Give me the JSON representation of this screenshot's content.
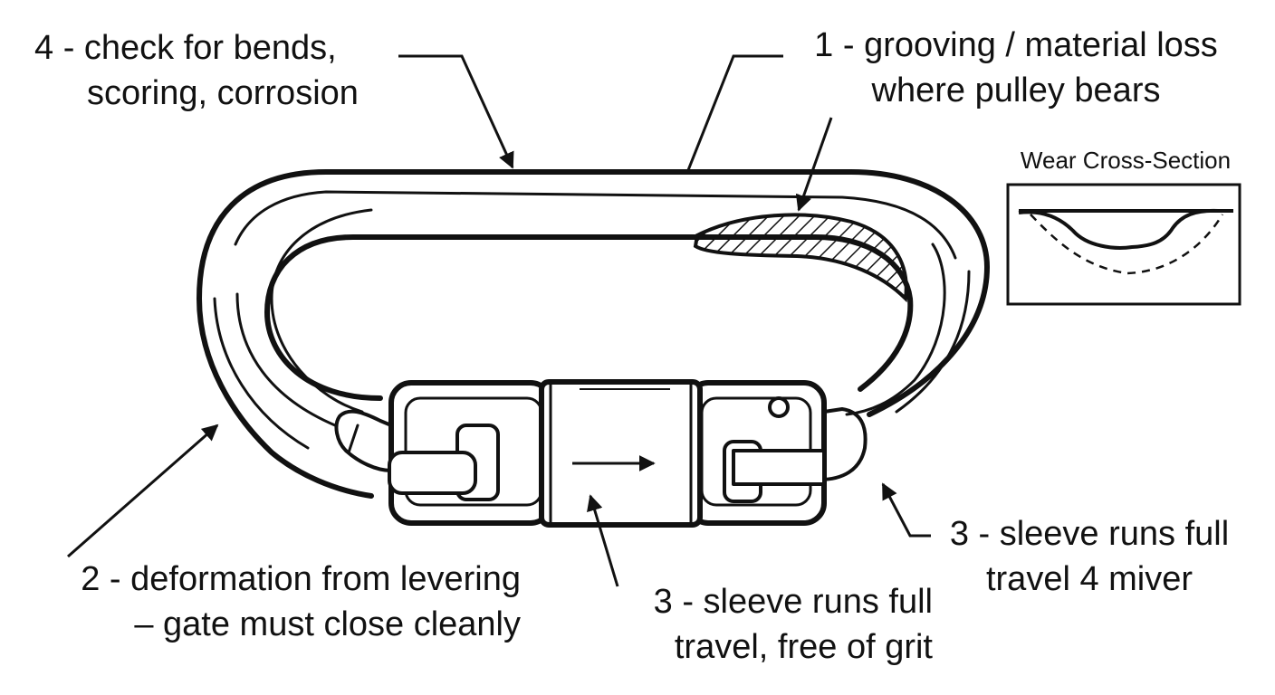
{
  "callouts": {
    "c4": {
      "line1": "4 - check for bends,",
      "line2": "scoring, corrosion"
    },
    "c1": {
      "line1": "1 - grooving / material loss",
      "line2": "where pulley bears"
    },
    "c2": {
      "line1": "2 - deformation from levering",
      "line2": "– gate must close cleanly"
    },
    "c3_center": {
      "line1": "3 - sleeve runs full",
      "line2": "travel, free of grit"
    },
    "c3_right": {
      "line1": "3 - sleeve runs full",
      "line2": "travel 4 miver"
    }
  },
  "inset": {
    "title": "Wear Cross-Section"
  }
}
